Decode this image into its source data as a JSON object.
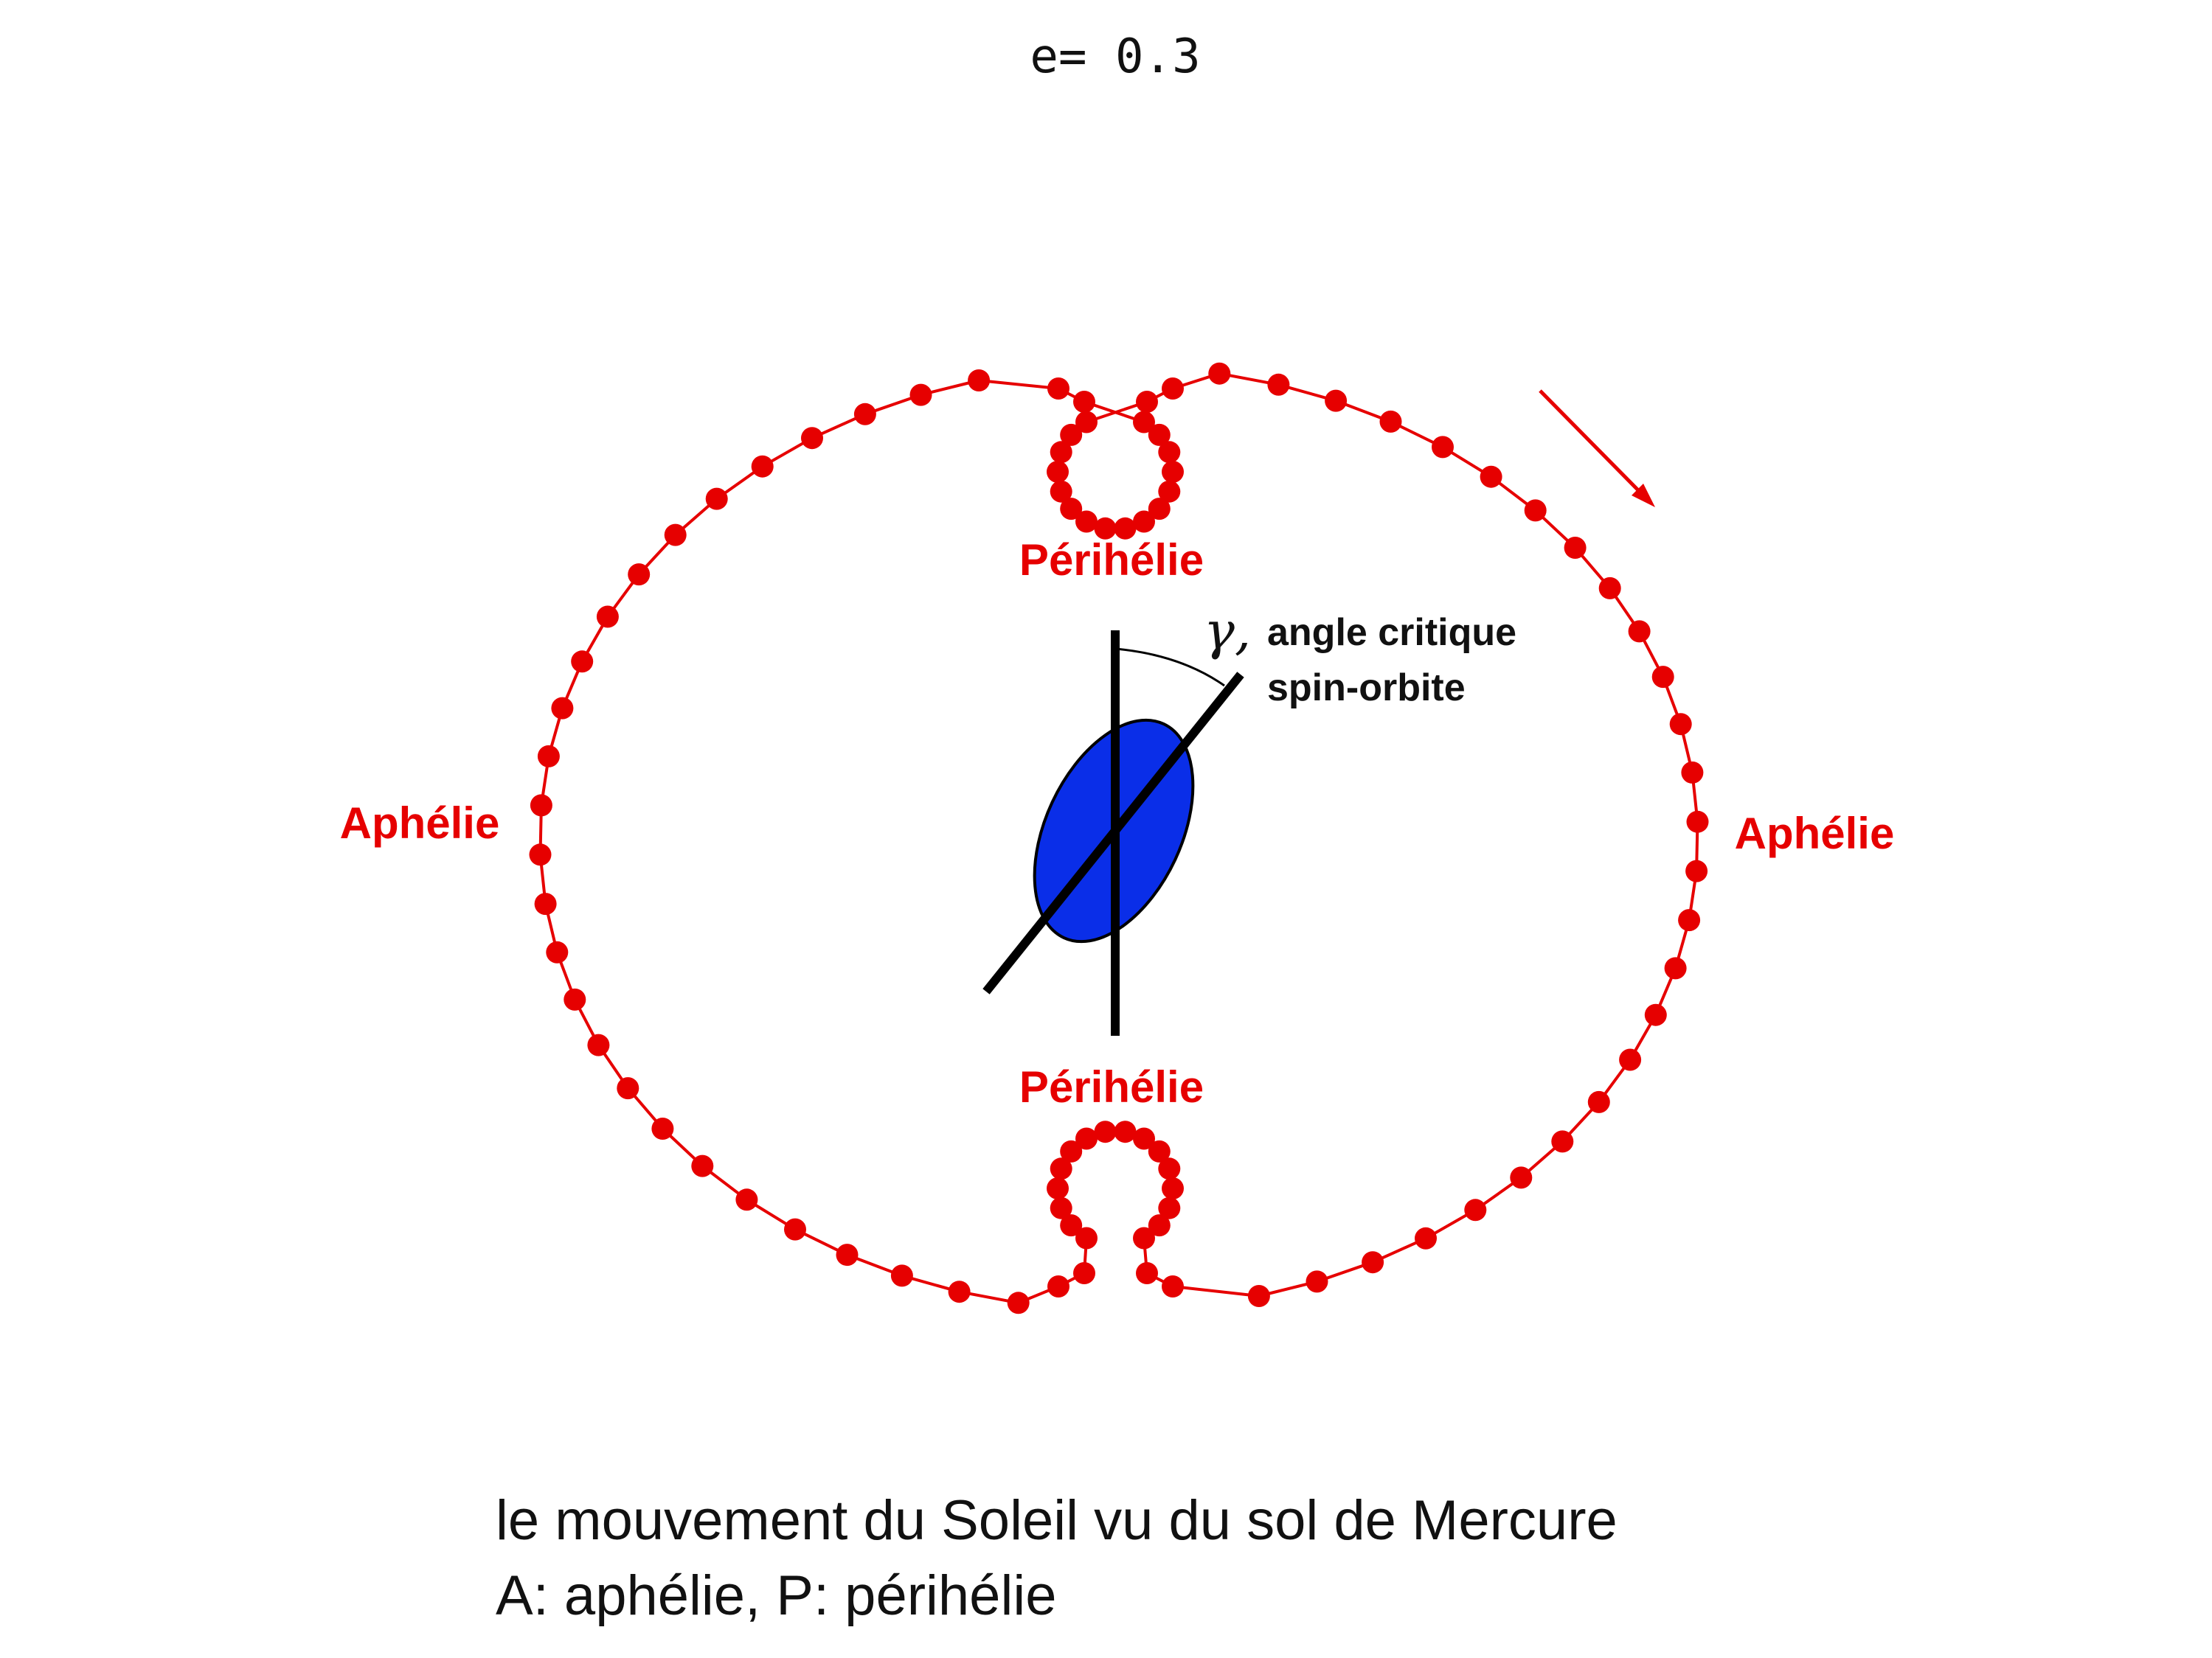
{
  "title": "e= 0.3",
  "labels": {
    "perihelion_top": "Périhélie",
    "perihelion_bottom": "Périhélie",
    "aphelion_left": "Aphélie",
    "aphelion_right": "Aphélie",
    "gamma_symbol": "γ,",
    "angle_line1": "angle critique",
    "angle_line2": "spin-orbite"
  },
  "caption": {
    "line1": "le mouvement du Soleil vu du sol de Mercure",
    "line2": "A: aphélie, P: périhélie"
  },
  "colors": {
    "track": "#e60000",
    "planet": "#0a2ee8",
    "axis": "#000000",
    "label_red": "#e60000"
  }
}
